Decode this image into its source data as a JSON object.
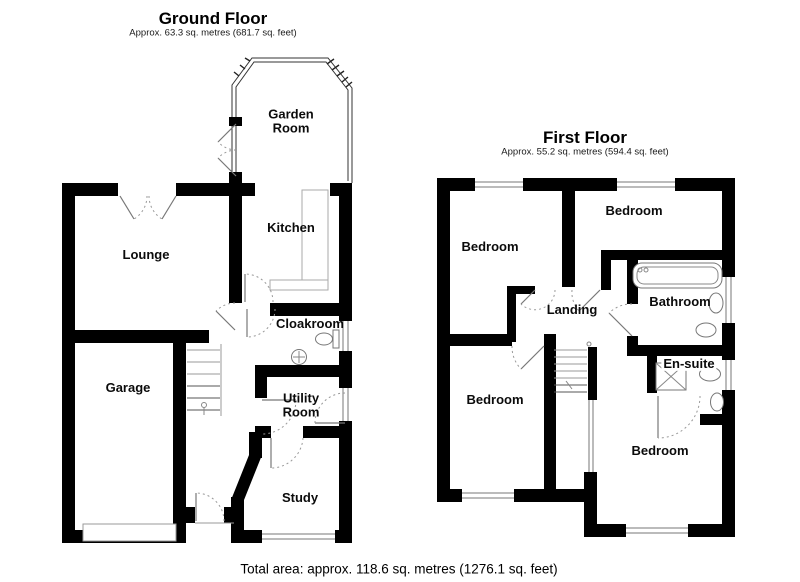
{
  "ground_floor": {
    "title": "Ground Floor",
    "area": "Approx. 63.3 sq. metres (681.7 sq. feet)",
    "rooms": {
      "garden_room": "Garden Room",
      "kitchen": "Kitchen",
      "lounge": "Lounge",
      "cloakroom": "Cloakroom",
      "garage": "Garage",
      "utility_room": "Utility Room",
      "study": "Study"
    }
  },
  "first_floor": {
    "title": "First Floor",
    "area": "Approx. 55.2 sq. metres (594.4 sq. feet)",
    "rooms": {
      "bedroom_front_left": "Bedroom",
      "bedroom_front_right": "Bedroom",
      "landing": "Landing",
      "bathroom": "Bathroom",
      "en_suite": "En-suite",
      "bedroom_back_left": "Bedroom",
      "bedroom_back_right": "Bedroom"
    }
  },
  "footer": {
    "total_area": "Total area: approx. 118.6 sq. metres (1276.1 sq. feet)"
  }
}
